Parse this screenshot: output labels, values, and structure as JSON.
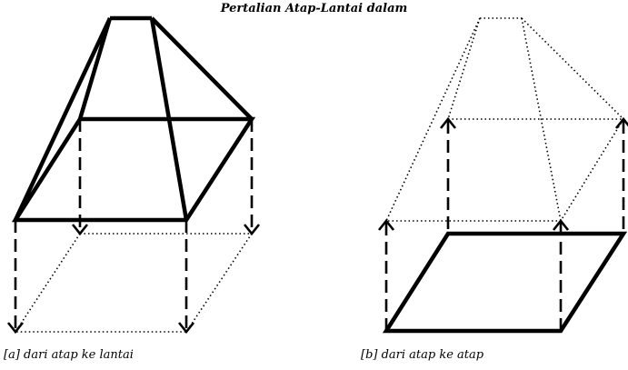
{
  "title": "Pertalian Atap-Lantai dalam",
  "panels": [
    {
      "id": "a",
      "caption": "[a] dari atap ke lantai"
    },
    {
      "id": "b",
      "caption": "[b] dari atap ke atap"
    }
  ],
  "colors": {
    "line": "#000000",
    "background": "#ffffff"
  }
}
